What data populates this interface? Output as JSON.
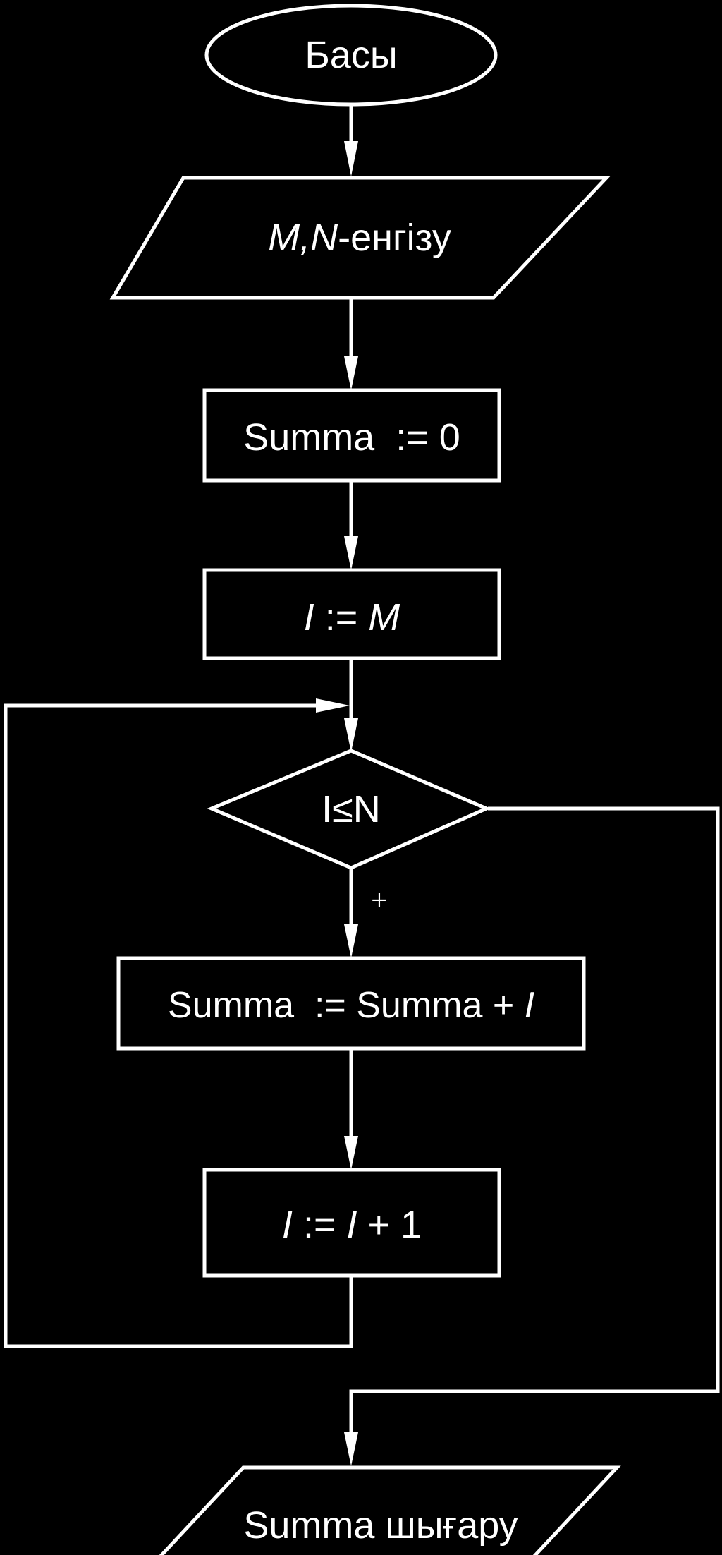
{
  "flowchart": {
    "start": "Басы",
    "input": {
      "vars": "M,N",
      "suffix": "-енгізу"
    },
    "init_sum": "Summa  := 0",
    "init_i": {
      "var": "I",
      "op": " := ",
      "value": "M"
    },
    "condition": "I≤N",
    "branch_yes": "+",
    "branch_no": "—",
    "accumulate": {
      "text": "Summa  := Summa + ",
      "var": "I"
    },
    "increment": {
      "var": "I",
      "op": " := ",
      "var2": "I",
      "tail": " + 1"
    },
    "output": "Summa шығару"
  }
}
